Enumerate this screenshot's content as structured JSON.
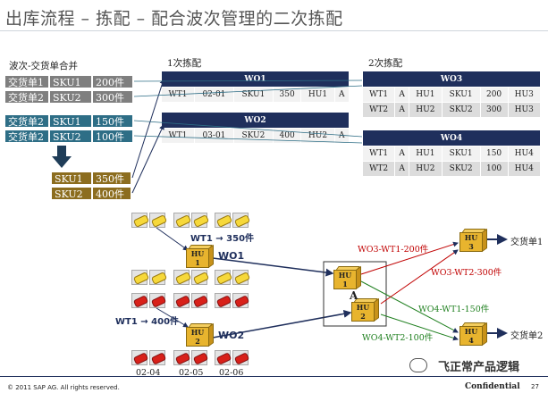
{
  "title": "出库流程 – 拣配 – 配合波次管理的二次拣配",
  "wave_label": "波次-交货单合并",
  "source_rows": [
    {
      "c1": "交货单1",
      "c2": "SKU1",
      "c3": "200件"
    },
    {
      "c1": "交货单2",
      "c2": "SKU2",
      "c3": "300件"
    },
    {
      "c1": "交货单2",
      "c2": "SKU1",
      "c3": "150件"
    },
    {
      "c1": "交货单2",
      "c2": "SKU2",
      "c3": "100件"
    }
  ],
  "merged_rows": [
    {
      "c1": "SKU1",
      "c2": "350件"
    },
    {
      "c1": "SKU2",
      "c2": "400件"
    }
  ],
  "first_pick_label": "1次拣配",
  "second_pick_label": "2次拣配",
  "wo1": {
    "header": "WO1",
    "cells": [
      "WT1",
      "02-01",
      "SKU1",
      "350",
      "HU1",
      "A"
    ]
  },
  "wo2": {
    "header": "WO2",
    "cells": [
      "WT1",
      "03-01",
      "SKU2",
      "400",
      "HU2",
      "A"
    ]
  },
  "wo3": {
    "header": "WO3",
    "rows": [
      [
        "WT1",
        "A",
        "HU1",
        "SKU1",
        "200",
        "HU3"
      ],
      [
        "WT2",
        "A",
        "HU2",
        "SKU2",
        "300",
        "HU3"
      ]
    ]
  },
  "wo4": {
    "header": "WO4",
    "rows": [
      [
        "WT1",
        "A",
        "HU1",
        "SKU1",
        "150",
        "HU4"
      ],
      [
        "WT2",
        "A",
        "HU2",
        "SKU2",
        "100",
        "HU4"
      ]
    ]
  },
  "diagram": {
    "wt1_350": "WT1 → 350件",
    "wt1_400": "WT1 → 400件",
    "wo1": "WO1",
    "wo2": "WO2",
    "area_a": "A",
    "hu": "HU",
    "hu1_num": "1",
    "hu2_num": "2",
    "hu3_num": "3",
    "hu4_num": "4",
    "wo3_wt1": "WO3-WT1-200件",
    "wo3_wt2": "WO3-WT2-300件",
    "wo4_wt1": "WO4-WT1-150件",
    "wo4_wt2": "WO4-WT2-100件",
    "dest1": "交货单1",
    "dest2": "交货单2",
    "bins": [
      "02-04",
      "02-05",
      "02-06"
    ]
  },
  "footer": {
    "copyright": "© 2011 SAP AG. All rights reserved.",
    "confidential": "Confidential",
    "page": "27",
    "watermark": "飞正常产品逻辑"
  },
  "colors": {
    "navy": "#1f2f5c",
    "gray": "#7f7f7f",
    "teal": "#2e6e86",
    "gold": "#8c6d1f",
    "red": "#c00000",
    "green": "#208020"
  }
}
